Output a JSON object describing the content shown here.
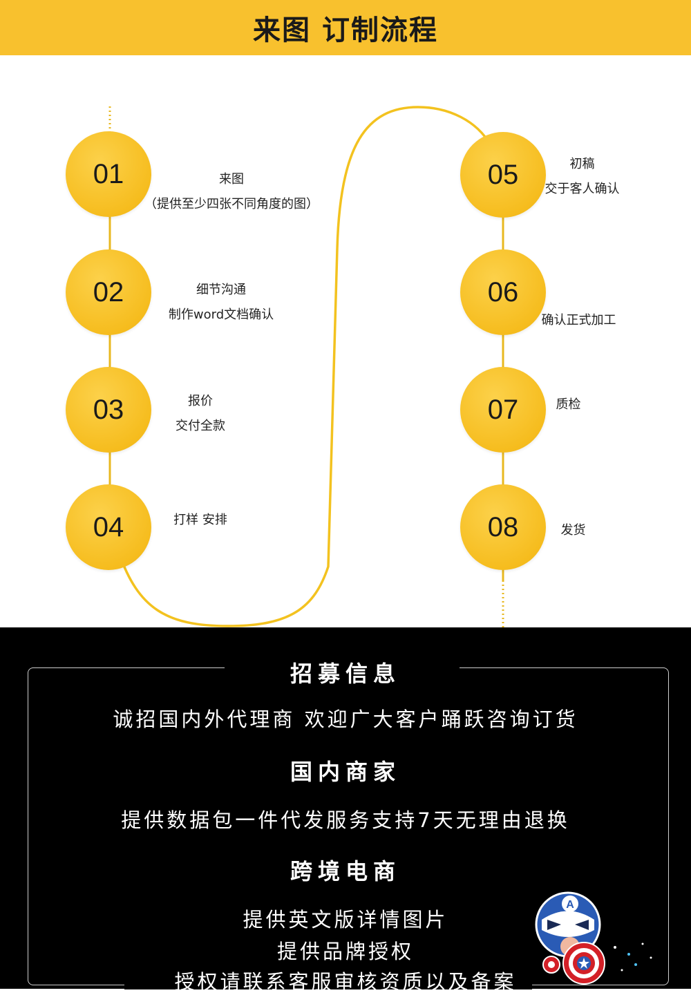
{
  "banner": {
    "title": "来图 订制流程"
  },
  "steps": [
    {
      "num": "01",
      "lines": [
        "来图",
        "（提供至少四张不同角度的图）"
      ]
    },
    {
      "num": "02",
      "lines": [
        "细节沟通",
        "制作word文档确认"
      ]
    },
    {
      "num": "03",
      "lines": [
        "报价",
        "交付全款"
      ]
    },
    {
      "num": "04",
      "lines": [
        "打样 安排"
      ]
    },
    {
      "num": "05",
      "lines": [
        "初稿",
        "交于客人确认"
      ]
    },
    {
      "num": "06",
      "lines": [
        "确认正式加工"
      ]
    },
    {
      "num": "07",
      "lines": [
        "质检"
      ]
    },
    {
      "num": "08",
      "lines": [
        "发货"
      ]
    }
  ],
  "info": {
    "recruit_heading": "招募信息",
    "recruit_text": "诚招国内外代理商 欢迎广大客户踊跃咨询订货",
    "domestic_heading": "国内商家",
    "domestic_text": "提供数据包一件代发服务支持7天无理由退换",
    "crossborder_heading": "跨境电商",
    "crossborder_lines": [
      "提供英文版详情图片",
      "提供品牌授权",
      "授权请联系客服审核资质以及备案"
    ]
  },
  "colors": {
    "accent": "#f8c12e",
    "circle": "#f6bd1f",
    "dark": "#000000"
  },
  "icons": {
    "mascot": "captain-shield-mascot-icon"
  }
}
